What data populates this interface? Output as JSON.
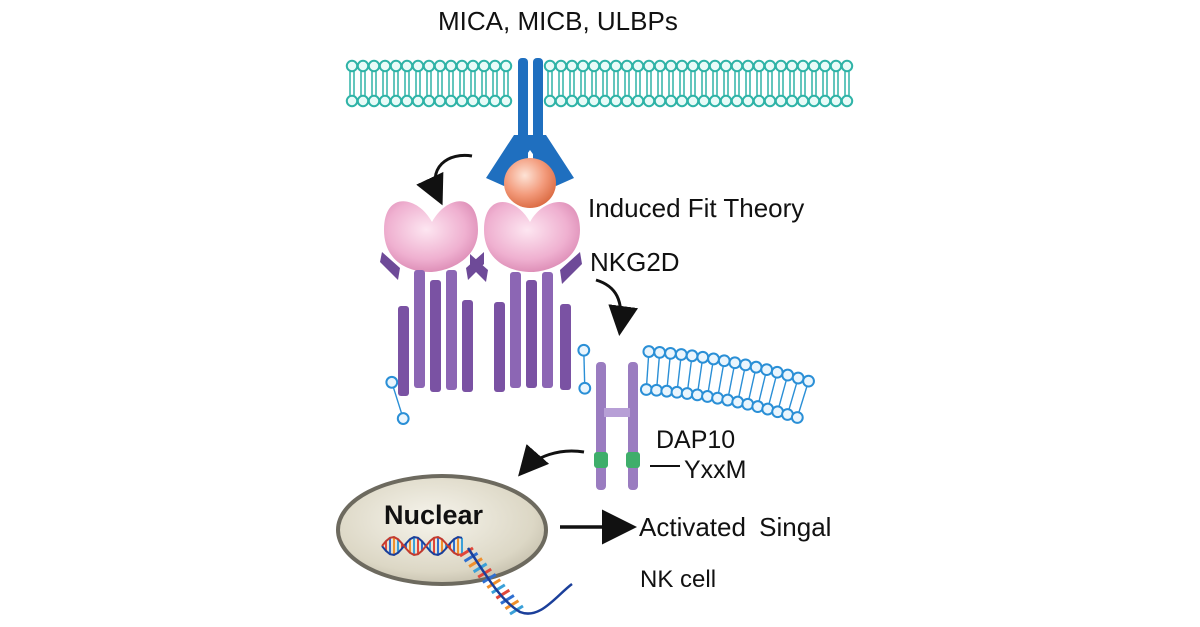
{
  "labels": {
    "ligands": "MICA, MICB, ULBPs",
    "induced_fit": "Induced Fit Theory",
    "nkg2d": "NKG2D",
    "dap10": "DAP10",
    "yxxm": "YxxM",
    "nuclear": "Nuclear",
    "activated_signal": "Activated  Singal",
    "nk_cell": "NK cell"
  },
  "colors": {
    "membrane_teal": "#2fb3a7",
    "membrane_blue": "#2a8fd6",
    "ligand_blue": "#1f6fbf",
    "ligand_head": "#f0876a",
    "receptor_pink": "#e99ec3",
    "receptor_purple": "#7a52a3",
    "dap10_purple": "#9a7cc0",
    "yxxm_green": "#3fae6b",
    "nucleus_fill": "#d9d4c2",
    "nucleus_edge": "#6d6a5f"
  }
}
